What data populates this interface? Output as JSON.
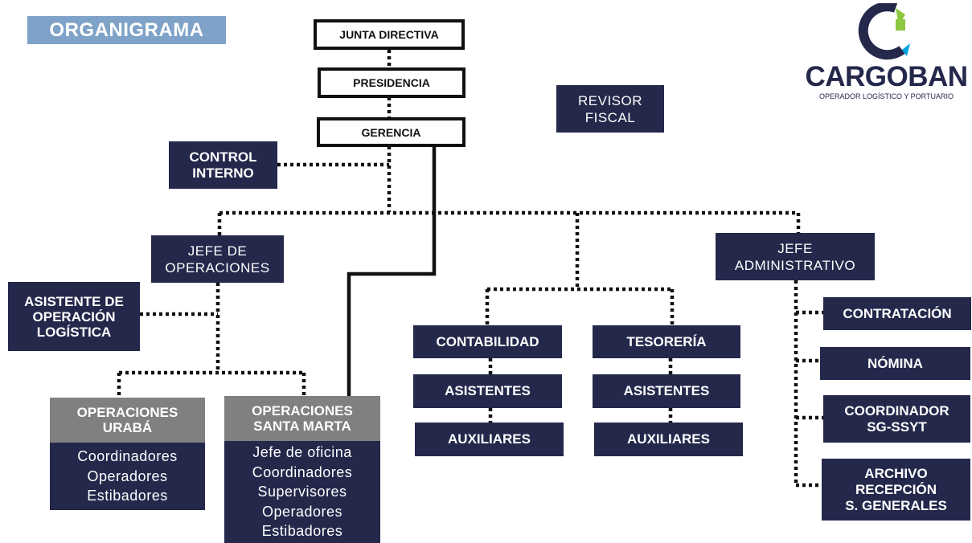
{
  "title": "ORGANIGRAMA",
  "logo": {
    "brand": "CARGOBAN",
    "tagline": "OPERADOR LOGÍSTICO Y PORTUARIO"
  },
  "nodes": {
    "junta": "JUNTA DIRECTIVA",
    "presidencia": "PRESIDENCIA",
    "gerencia": "GERENCIA",
    "revisor": [
      "REVISOR",
      "FISCAL"
    ],
    "control": [
      "CONTROL",
      "INTERNO"
    ],
    "jefe_operaciones": [
      "JEFE DE",
      "OPERACIONES"
    ],
    "asistente": [
      "ASISTENTE DE",
      "OPERACIÓN",
      "LOGÍSTICA"
    ],
    "op_uraba": {
      "head": [
        "OPERACIONES",
        "URABÁ"
      ],
      "items": [
        "Coordinadores",
        "Operadores",
        "Estibadores"
      ]
    },
    "op_santa_marta": {
      "head": [
        "OPERACIONES",
        "SANTA MARTA"
      ],
      "items": [
        "Jefe de oficina",
        "Coordinadores",
        "Supervisores",
        "Operadores",
        "Estibadores"
      ]
    },
    "contabilidad": "CONTABILIDAD",
    "contabilidad_asistentes": "ASISTENTES",
    "contabilidad_auxiliares": "AUXILIARES",
    "tesoreria": "TESORERÍA",
    "tesoreria_asistentes": "ASISTENTES",
    "tesoreria_auxiliares": "AUXILIARES",
    "jefe_administrativo": [
      "JEFE",
      "ADMINISTRATIVO"
    ],
    "contratacion": "CONTRATACIÓN",
    "nomina": "NÓMINA",
    "coordinador": [
      "COORDINADOR",
      "SG-SSYT"
    ],
    "archivo": [
      "ARCHIVO",
      "RECEPCIÓN",
      "S. GENERALES"
    ]
  },
  "colors": {
    "box": "#24284b",
    "header_grey": "#808080",
    "title_bg": "#7fa3c8",
    "logo_green": "#8dc63f",
    "logo_blue": "#00a3e0"
  }
}
